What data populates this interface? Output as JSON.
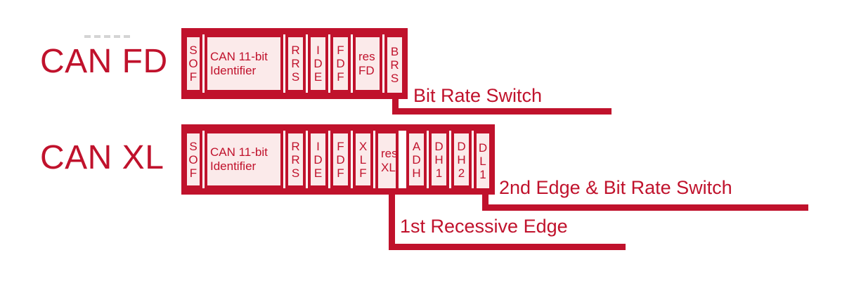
{
  "title": "CAN FD vs CAN XL arbitration field diagram",
  "colors": {
    "accent_red": "#c0122c",
    "field_fill": "#fbeaea",
    "background": "#ffffff",
    "artifact_gray": "#c9c9c9"
  },
  "fd": {
    "label": "CAN FD",
    "fields": [
      {
        "name": "SOF",
        "lines": [
          "S",
          "O",
          "F"
        ]
      },
      {
        "name": "identifier",
        "lines": [
          "CAN 11-bit",
          "Identifier"
        ]
      },
      {
        "name": "RRS",
        "lines": [
          "R",
          "R",
          "S"
        ]
      },
      {
        "name": "IDE",
        "lines": [
          "I",
          "D",
          "E"
        ]
      },
      {
        "name": "FDF",
        "lines": [
          "F",
          "D",
          "F"
        ]
      },
      {
        "name": "res-FD",
        "lines": [
          "res",
          "FD"
        ]
      },
      {
        "name": "BRS",
        "lines": [
          "B",
          "R",
          "S"
        ]
      }
    ],
    "annotation": "Bit Rate Switch"
  },
  "xl": {
    "label": "CAN XL",
    "fields": [
      {
        "name": "SOF",
        "lines": [
          "S",
          "O",
          "F"
        ]
      },
      {
        "name": "identifier",
        "lines": [
          "CAN 11-bit",
          "Identifier"
        ]
      },
      {
        "name": "RRS",
        "lines": [
          "R",
          "R",
          "S"
        ]
      },
      {
        "name": "IDE",
        "lines": [
          "I",
          "D",
          "E"
        ]
      },
      {
        "name": "FDF",
        "lines": [
          "F",
          "D",
          "F"
        ]
      },
      {
        "name": "XLF",
        "lines": [
          "X",
          "L",
          "F"
        ]
      },
      {
        "name": "res-XL",
        "lines": [
          "res",
          "XL"
        ]
      },
      {
        "name": "ADH",
        "lines": [
          "A",
          "D",
          "H"
        ]
      },
      {
        "name": "DH1",
        "lines": [
          "D",
          "H",
          "1"
        ]
      },
      {
        "name": "DH2",
        "lines": [
          "D",
          "H",
          "2"
        ]
      },
      {
        "name": "DL1",
        "lines": [
          "D",
          "L",
          "1"
        ]
      }
    ],
    "annotation_top": "2nd Edge & Bit Rate Switch",
    "annotation_bottom": "1st Recessive Edge"
  }
}
